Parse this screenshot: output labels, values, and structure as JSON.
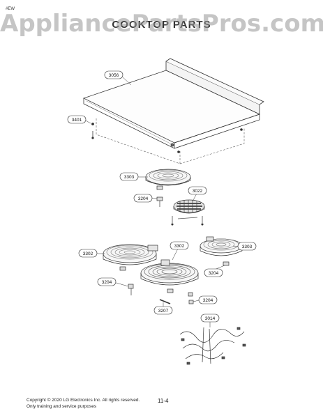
{
  "header": {
    "corner_tag": "#EW",
    "title": "COOKTOP PARTS",
    "watermark": "AppliancePartsPros.com"
  },
  "callouts": {
    "c3056": "3056",
    "c3401": "3401",
    "c3303a": "3303",
    "c3204a": "3204",
    "c3022": "3022",
    "c3302a": "3302",
    "c3302b": "3302",
    "c3303b": "3303",
    "c3204b": "3204",
    "c3204c": "3204",
    "c3204d": "3204",
    "c3207": "3207",
    "c3014": "3014"
  },
  "footer": {
    "line1": "Copyright © 2020 LG Electronics Inc. All rights reserved.",
    "line2": "Only training and service purposes",
    "page_number": "11-4"
  }
}
